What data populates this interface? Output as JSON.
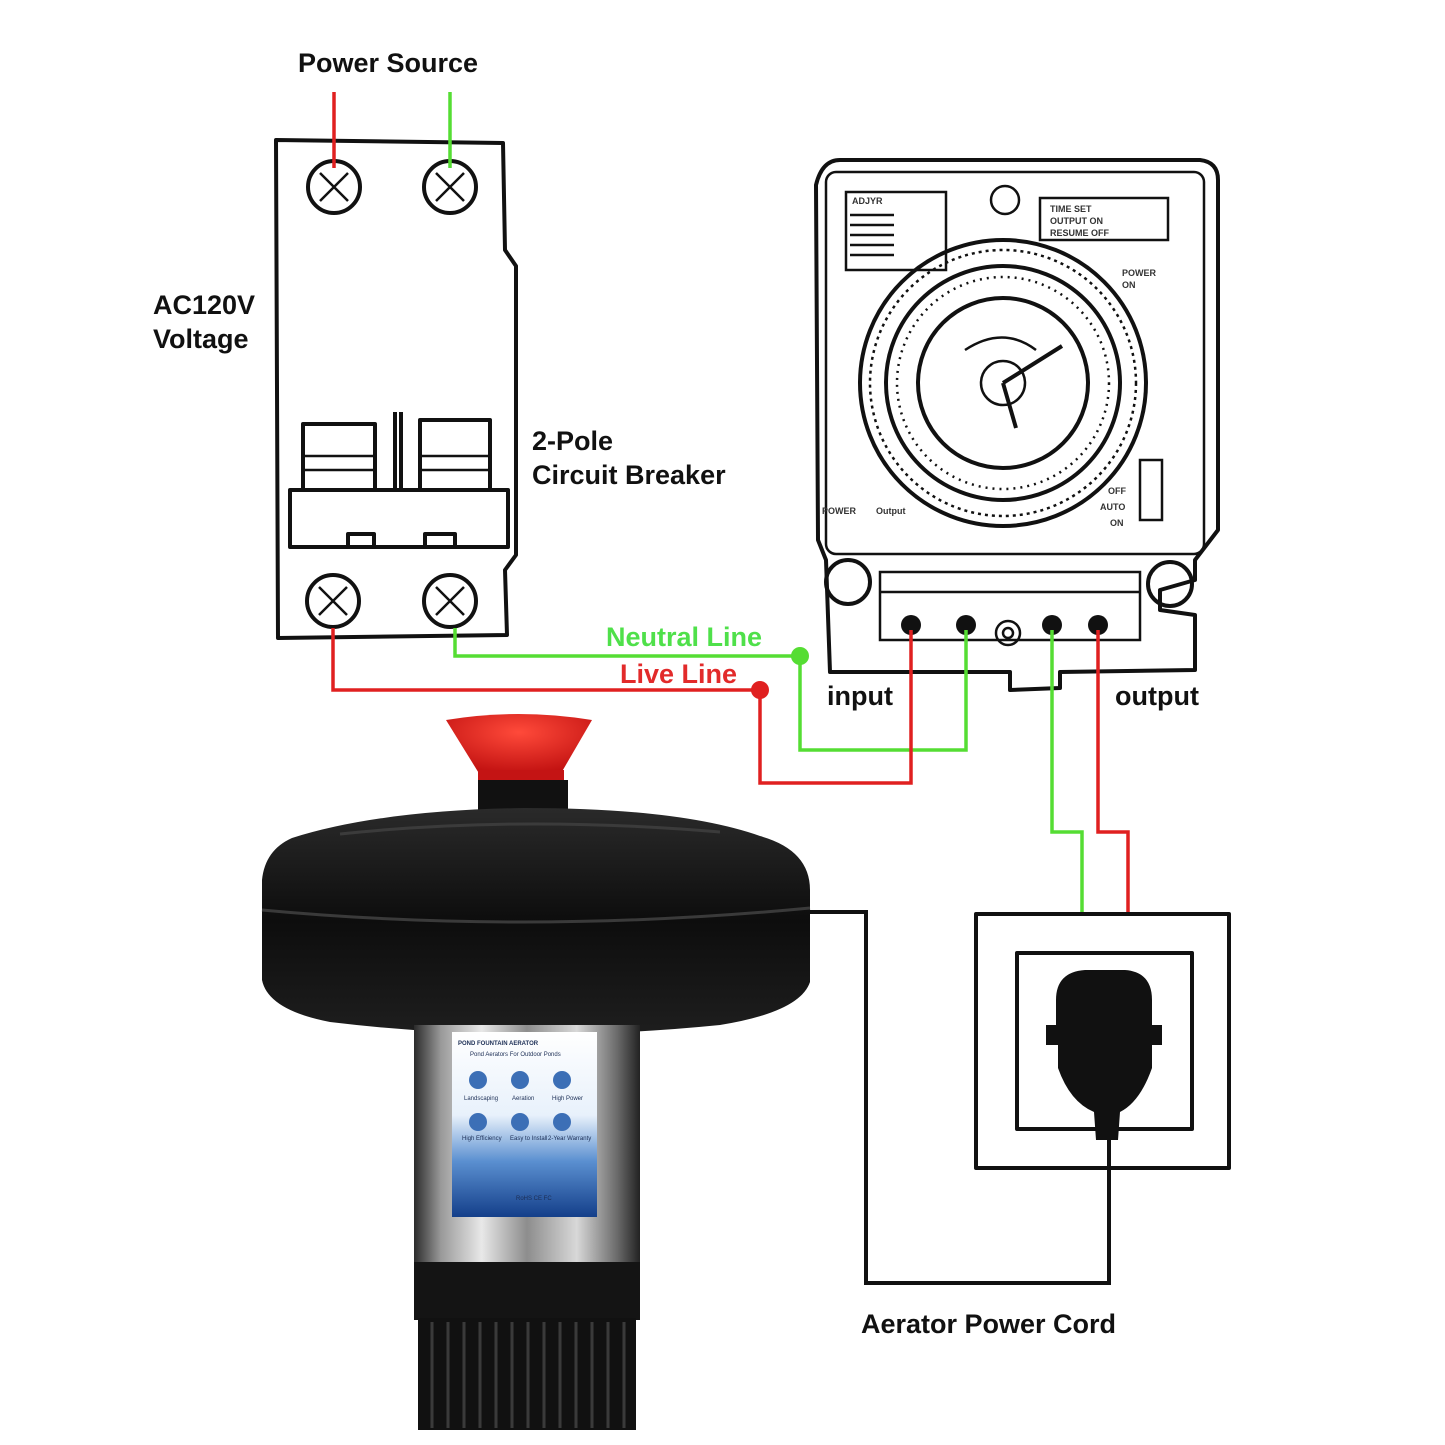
{
  "labels": {
    "power_source": "Power Source",
    "voltage_line1": "AC120V",
    "voltage_line2": "Voltage",
    "breaker_line1": "2-Pole",
    "breaker_line2": "Circuit Breaker",
    "neutral_line": "Neutral Line",
    "live_line": "Live Line",
    "input": "input",
    "output": "output",
    "power_cord": "Aerator Power Cord"
  },
  "aerator_label": {
    "title": "POND FOUNTAIN AERATOR",
    "subtitle": "Pond Aerators For Outdoor Ponds",
    "features": [
      "Landscaping",
      "Aeration",
      "High Power",
      "High Efficiency",
      "Easy to Install",
      "2-Year Warranty"
    ],
    "certs": "RoHS  CE  FC"
  },
  "timer_text": {
    "time_set": "TIME SET",
    "output": "Output",
    "off": "OFF",
    "auto": "AUTO",
    "on": "ON"
  },
  "colors": {
    "live": "#e02020",
    "neutral": "#55dd33",
    "neutral_text": "#4fe04a",
    "live_text": "#e22a2a",
    "cord": "#111111",
    "aerator_cap": "#e01818"
  }
}
